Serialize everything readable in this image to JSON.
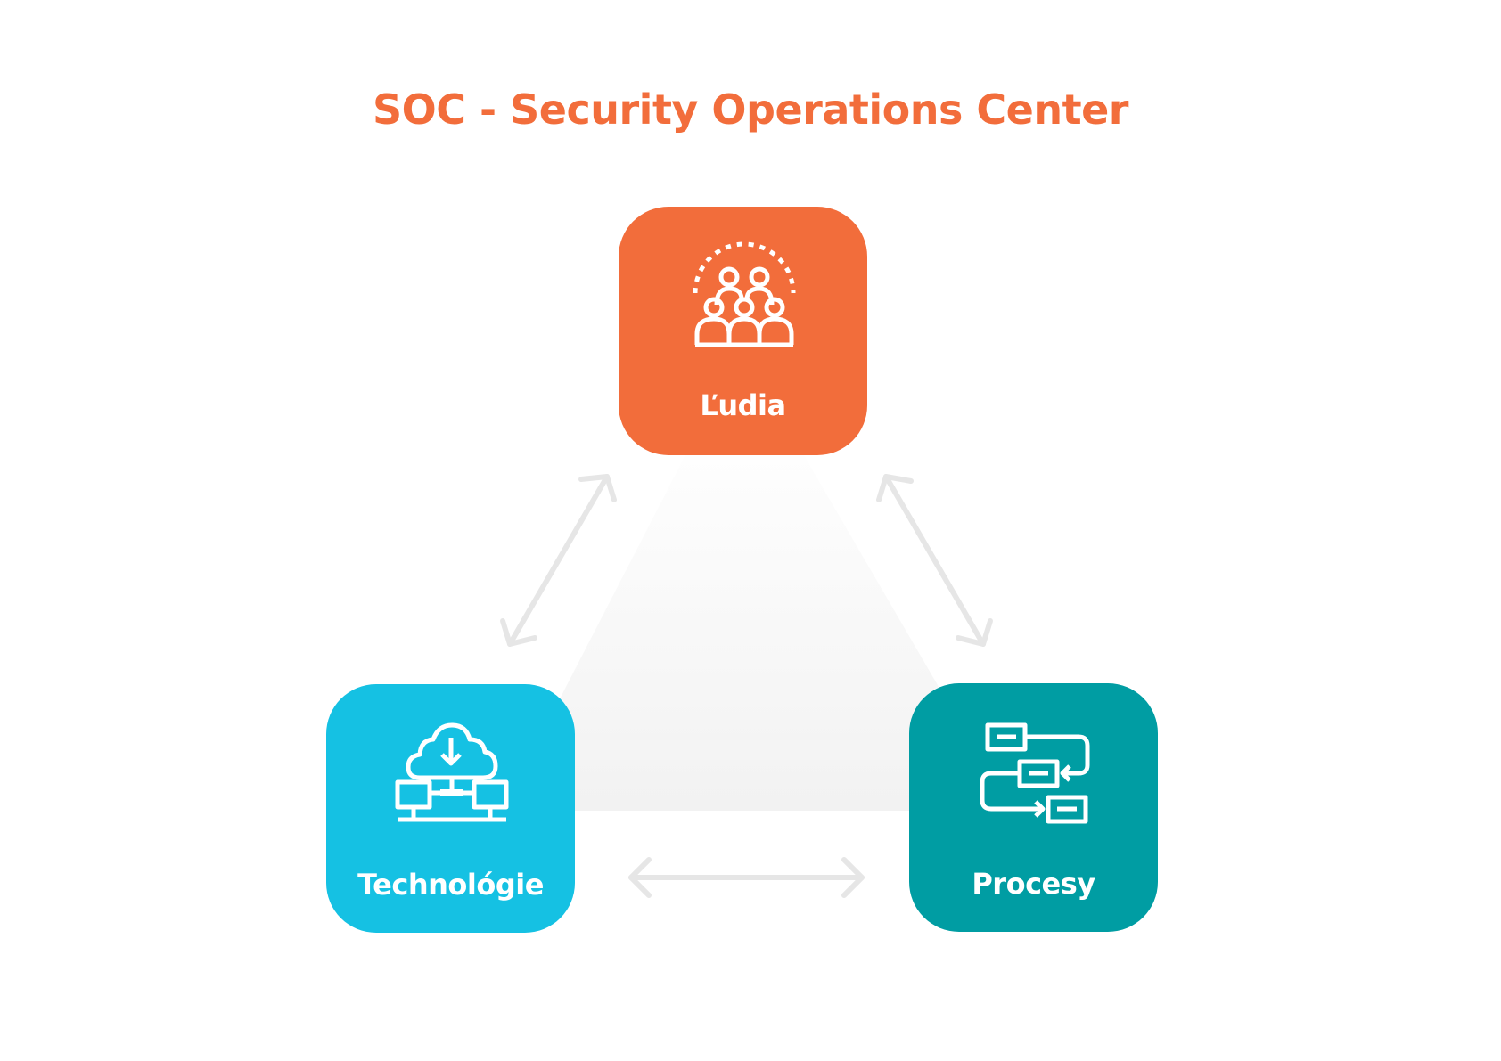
{
  "title": "SOC - Security Operations Center",
  "colors": {
    "title": "#f26d3b",
    "ludia": "#f26d3b",
    "technologie": "#15c1e3",
    "procesy": "#009da3",
    "arrow": "#e6e6e6",
    "triangle": "#f2f2f2"
  },
  "nodes": {
    "ludia": {
      "label": "Ľudia",
      "icon": "people-group-icon"
    },
    "technologie": {
      "label": "Technológie",
      "icon": "cloud-network-icon"
    },
    "procesy": {
      "label": "Procesy",
      "icon": "process-flow-icon"
    }
  },
  "connections": [
    {
      "from": "ludia",
      "to": "technologie",
      "type": "bidirectional"
    },
    {
      "from": "ludia",
      "to": "procesy",
      "type": "bidirectional"
    },
    {
      "from": "technologie",
      "to": "procesy",
      "type": "bidirectional"
    }
  ]
}
